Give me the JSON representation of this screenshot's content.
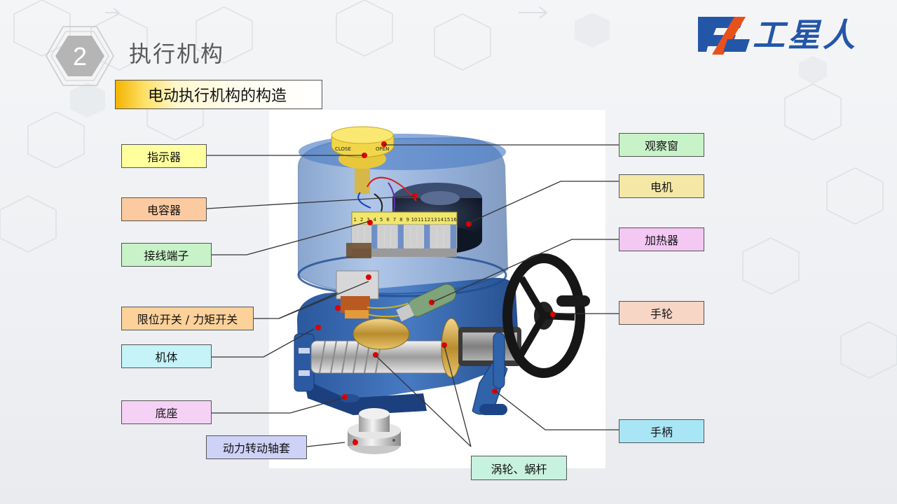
{
  "slide": {
    "number": "2",
    "title": "执行机构",
    "subtitle": "电动执行机构的构造",
    "logo_text": "工星人",
    "colors": {
      "logo_blue": "#2456a8",
      "logo_orange": "#e8511c",
      "subtitle_gold": "#f2b400",
      "body_blue": "#2f6db5",
      "dot_red": "#e00000"
    }
  },
  "diagram": {
    "labels": {
      "indicator": "指示器",
      "capacitor": "电容器",
      "terminal": "接线端子",
      "limit_switch": "限位开关 / 力矩开关",
      "body": "机体",
      "base": "底座",
      "drive_sleeve": "动力转动轴套",
      "window": "观察窗",
      "motor": "电机",
      "heater": "加热器",
      "handwheel": "手轮",
      "handle": "手柄",
      "worm_gear": "涡轮、蜗杆"
    },
    "label_colors": {
      "indicator": "#ffff9e",
      "capacitor": "#fbcaa0",
      "terminal": "#c8f3c8",
      "limit_switch": "#fcd19a",
      "body": "#c5f3f7",
      "base": "#f5d2f5",
      "drive_sleeve": "#cfd2f7",
      "window": "#c8f3c8",
      "motor": "#f5e8a6",
      "heater": "#f3c8f3",
      "handwheel": "#f7d6c6",
      "handle": "#a9e6f5",
      "worm_gear": "#c8f2e0"
    },
    "indicator_text": {
      "open": "OPEN",
      "close": "CLOSE"
    },
    "terminal_numbers": [
      "1",
      "2",
      "3",
      "4",
      "5",
      "6",
      "7",
      "8",
      "9",
      "10",
      "11",
      "12",
      "13",
      "14",
      "15",
      "16"
    ]
  }
}
